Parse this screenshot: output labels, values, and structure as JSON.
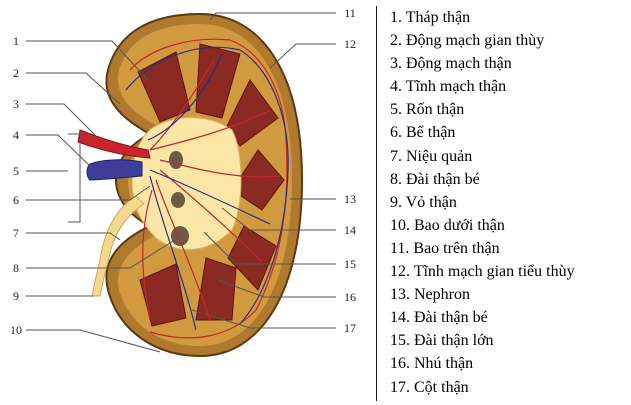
{
  "diagram": {
    "callouts": [
      "1",
      "2",
      "3",
      "4",
      "5",
      "6",
      "7",
      "8",
      "9",
      "10",
      "11",
      "12",
      "13",
      "14",
      "15",
      "16",
      "17"
    ]
  },
  "legend": [
    "1. Tháp thận",
    "2. Động mạch gian thùy",
    "3. Động mạch thận",
    "4. Tĩnh mạch thận",
    "5. Rốn thận",
    "6. Bể thận",
    "7. Niệu quản",
    "8. Đài thận bé",
    "9. Vỏ thận",
    "10. Bao dưới thận",
    "11. Bao trên thận",
    "12. Tĩnh mạch gian tiểu thùy",
    "13. Nephron",
    "14. Đài thận bé",
    "15. Đài thận lớn",
    "16. Nhú thận",
    "17. Cột thận"
  ]
}
